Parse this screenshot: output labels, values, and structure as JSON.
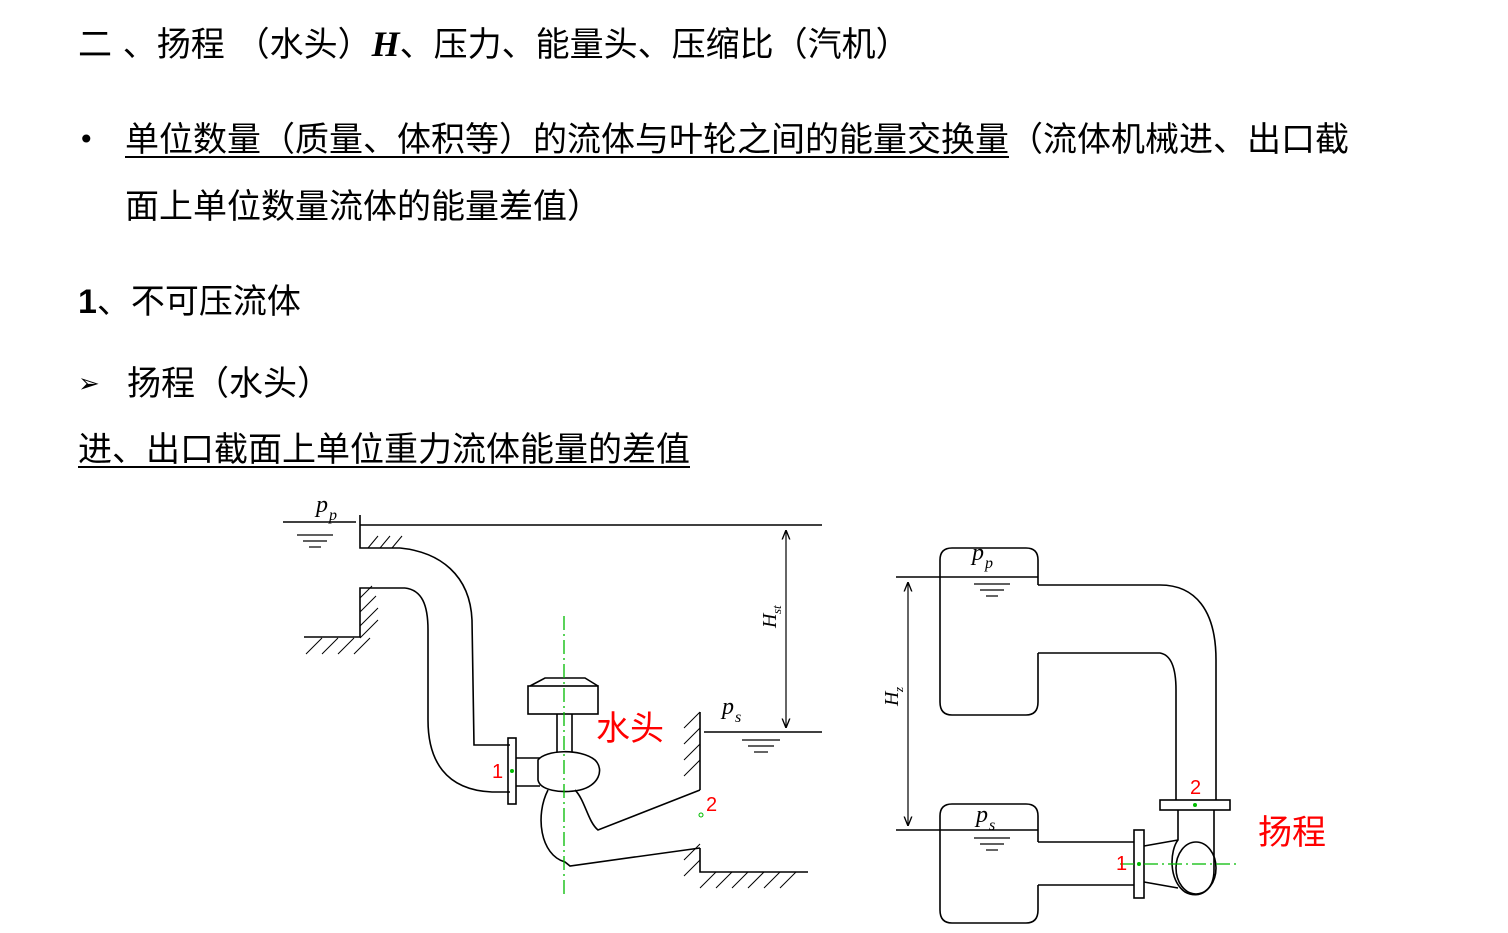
{
  "heading": {
    "prefix": "二 、扬程 （水头）",
    "symbol": "H",
    "suffix": "、压力、能量头、压缩比（汽机）"
  },
  "definition": {
    "bullet": "•",
    "underlined": "单位数量（质量、体积等）的流体与叶轮之间的能量交换量",
    "rest_line1": "（流体机械进、出口截",
    "rest_line2": "面上单位数量流体的能量差值）"
  },
  "section": {
    "number": "1",
    "title": "、不可压流体"
  },
  "subsection": {
    "marker": "➢",
    "title": "扬程（水头）"
  },
  "subsection_text": "进、出口截面上单位重力流体能量的差值",
  "figure_left": {
    "p_upper": "p",
    "p_upper_sub": "p",
    "p_lower": "p",
    "p_lower_sub": "s",
    "height_label": "H",
    "height_sub": "st",
    "section_in": "1",
    "section_out": "2",
    "caption": "水头"
  },
  "figure_right": {
    "p_upper": "p",
    "p_upper_sub": "p",
    "p_lower": "p",
    "p_lower_sub": "s",
    "height_label": "H",
    "height_sub": "z",
    "section_in": "1",
    "section_out": "2",
    "caption": "扬程"
  },
  "colors": {
    "text": "#000000",
    "annotation": "#ff0000",
    "centerline": "#00bb00"
  }
}
